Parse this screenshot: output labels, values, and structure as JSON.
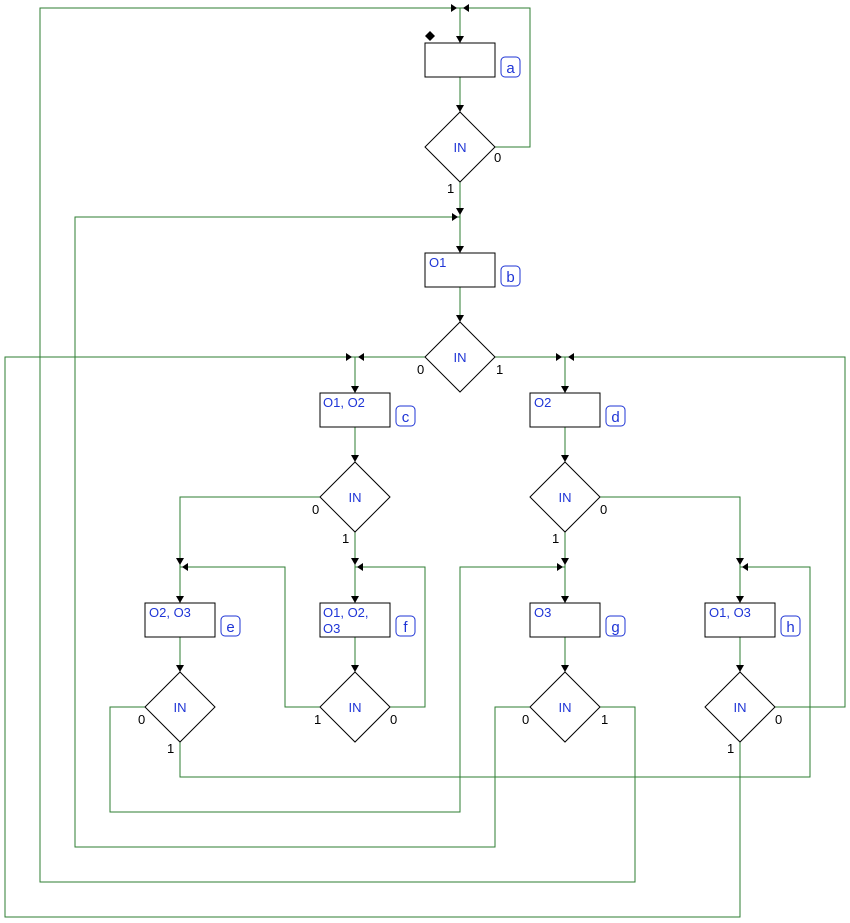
{
  "diagram": {
    "decision_text": "IN",
    "states": [
      {
        "id": "a",
        "label": "a",
        "outputs": []
      },
      {
        "id": "b",
        "label": "b",
        "outputs": [
          "O1"
        ]
      },
      {
        "id": "c",
        "label": "c",
        "outputs": [
          "O1, O2"
        ]
      },
      {
        "id": "d",
        "label": "d",
        "outputs": [
          "O2"
        ]
      },
      {
        "id": "e",
        "label": "e",
        "outputs": [
          "O2, O3"
        ]
      },
      {
        "id": "f",
        "label": "f",
        "outputs": [
          "O1, O2,",
          "O3"
        ]
      },
      {
        "id": "g",
        "label": "g",
        "outputs": [
          "O3"
        ]
      },
      {
        "id": "h",
        "label": "h",
        "outputs": [
          "O1, O3"
        ]
      }
    ],
    "branch_labels": {
      "zero": "0",
      "one": "1"
    },
    "colors": {
      "wire": "#2e7d32",
      "text": "#1f35d6",
      "outline": "#000000"
    }
  }
}
